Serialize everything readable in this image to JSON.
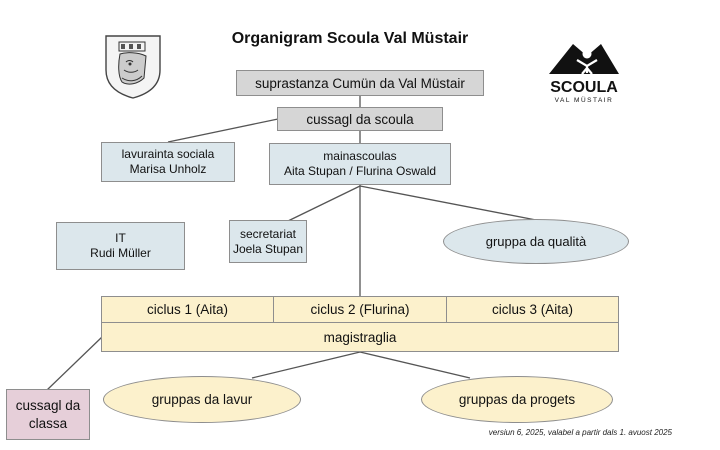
{
  "title": "Organigram Scoula Val Müstair",
  "nodes": {
    "suprastanza": "suprastanza Cumün da Val Müstair",
    "cussagl": "cussagl da scoula",
    "lavurainta": [
      "lavurainta sociala",
      "Marisa Unholz"
    ],
    "mainascoulas": [
      "mainascoulas",
      "Aita Stupan / Flurina Oswald"
    ],
    "it": [
      "IT",
      "Rudi Müller"
    ],
    "secretariat": [
      "secretariat",
      "Joela Stupan"
    ],
    "gruppa_qualita": "gruppa da qualità",
    "ciclus": [
      "ciclus 1 (Aita)",
      "ciclus 2 (Flurina)",
      "ciclus 3 (Aita)"
    ],
    "magistraglia": "magistraglia",
    "cussagl_classa": [
      "cussagl da",
      "classa"
    ],
    "gruppas_lavur": "gruppas da lavur",
    "gruppas_progets": "gruppas da progets"
  },
  "logo": {
    "text_main": "SCOULA",
    "text_sub": "VAL MÜSTAIR"
  },
  "footnote": "versiun 6, 2025, valabel a partir dals 1. avuost 2025",
  "colors": {
    "grey": "#d6d6d6",
    "blue": "#dce7ec",
    "yellow": "#fcf1cc",
    "pink": "#e6cfd9",
    "line": "#555555"
  }
}
